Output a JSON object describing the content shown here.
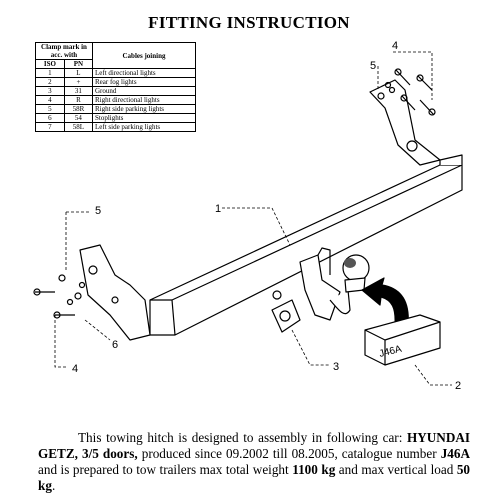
{
  "title": "FITTING INSTRUCTION",
  "table": {
    "header_top": "Clamp mark in acc. with",
    "header_cables": "Cables joining",
    "col_iso": "ISO",
    "col_pn": "PN",
    "rows": [
      {
        "iso": "1",
        "pn": "L",
        "desc": "Left directional lights"
      },
      {
        "iso": "2",
        "pn": "+",
        "desc": "Rear fog lights"
      },
      {
        "iso": "3",
        "pn": "31",
        "desc": "Ground"
      },
      {
        "iso": "4",
        "pn": "R",
        "desc": "Right directional lights"
      },
      {
        "iso": "5",
        "pn": "58R",
        "desc": "Right side parking lights"
      },
      {
        "iso": "6",
        "pn": "54",
        "desc": "Stoplights"
      },
      {
        "iso": "7",
        "pn": "58L",
        "desc": "Left side parking lights"
      }
    ]
  },
  "callouts": {
    "c1": "1",
    "c2": "2",
    "c3": "3",
    "c4_top": "4",
    "c5_top": "5",
    "c5_left": "5",
    "c4_left": "4",
    "c6": "6"
  },
  "box_label": "J46A",
  "paragraph": {
    "p1": "This towing hitch is designed to assembly in following car:",
    "car": "HYUNDAI GETZ, 3/5 doors,",
    "p2": " produced since 09.2002 till 08.2005, catalogue number ",
    "catalogue": "J46A",
    "p3": " and is prepared to tow trailers max total weight ",
    "weight": "1100 kg",
    "p4": " and max vertical load ",
    "load": "50 kg",
    "p5": "."
  }
}
